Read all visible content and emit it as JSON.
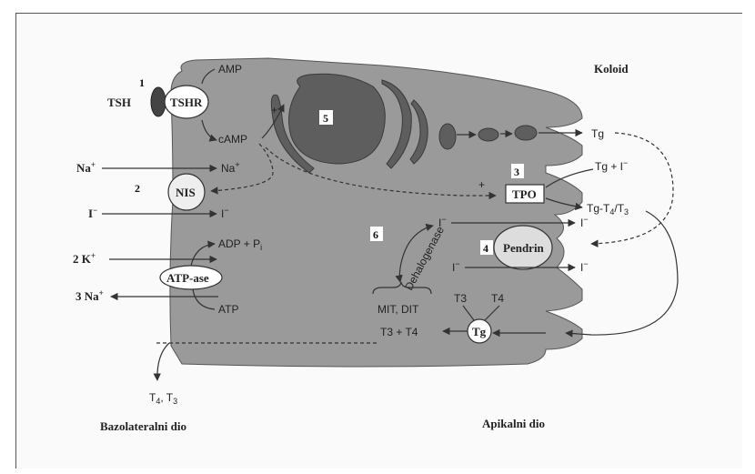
{
  "regions": {
    "colloid": "Koloid",
    "basolateral": "Bazolateralni dio",
    "apical": "Apikalni dio"
  },
  "step_numbers": [
    "1",
    "2",
    "3",
    "4",
    "5",
    "6"
  ],
  "receptor": {
    "ligand": "TSH",
    "receptor": "TSHR"
  },
  "signaling": {
    "amp": "AMP",
    "camp": "cAMP",
    "plus": "+"
  },
  "nis": {
    "label": "NIS",
    "na_out": "Na",
    "na_in": "Na",
    "iodide_out": "I",
    "iodide_in": "I"
  },
  "atpase": {
    "label": "ATP-ase",
    "k": "2 K",
    "na": "3 Na",
    "adp": "ADP + P",
    "adp_sub": "i",
    "atp": "ATP"
  },
  "tpo": {
    "label": "TPO",
    "tg_plus_i": "Tg + I",
    "tg_t4t3": "Tg-T",
    "sub4": "4",
    "t3": "/T",
    "sub3": "3"
  },
  "pendrin": {
    "label": "Pendrin",
    "i1": "I",
    "i2": "I",
    "i3": "I",
    "i4": "I"
  },
  "dehalogenase": {
    "label": "Dehalogenase",
    "mit_dit": "MIT, DIT"
  },
  "tg": {
    "label": "Tg",
    "t3": "T3",
    "t4": "T4",
    "t3t4": "T3 + T4",
    "colloid_tg": "Tg"
  },
  "output": {
    "t4t3": "T",
    "sub4": "4",
    "sep": ", T",
    "sub3": "3"
  },
  "colors": {
    "cell": "#9a9a9a",
    "organelle": "#5e5e5e",
    "box": "#ffffff"
  }
}
